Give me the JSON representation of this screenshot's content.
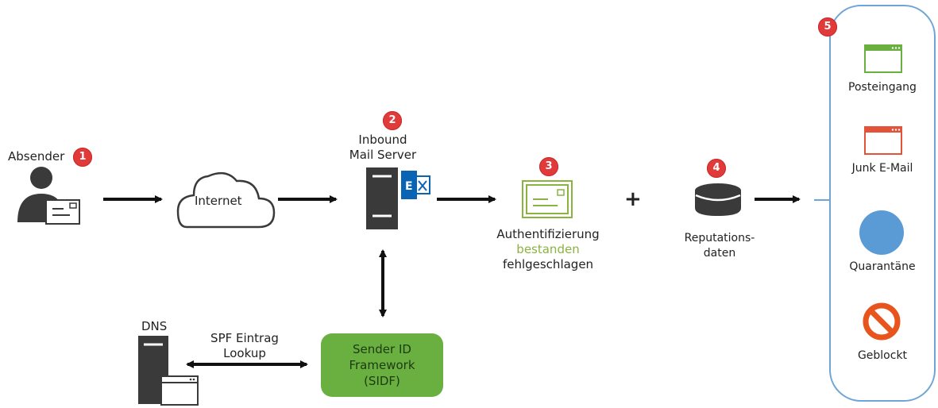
{
  "sender": {
    "label": "Absender",
    "badge": "1"
  },
  "internet": {
    "label": "Internet"
  },
  "mail_server": {
    "label_line1": "Inbound",
    "label_line2": "Mail Server",
    "badge": "2"
  },
  "authentication": {
    "badge": "3",
    "line1": "Authentifizierung",
    "line2": "bestanden",
    "line3": "fehlgeschlagen"
  },
  "reputation": {
    "badge": "4",
    "line1": "Reputations-",
    "line2": "daten"
  },
  "plus_sign": "+",
  "dns": {
    "label": "DNS"
  },
  "spf": {
    "line1": "SPF Eintrag",
    "line2": "Lookup"
  },
  "sidf": {
    "line1": "Sender ID",
    "line2": "Framework",
    "line3": "(SIDF)"
  },
  "outcomes": {
    "badge": "5",
    "items": [
      {
        "label": "Posteingang",
        "icon": "inbox-window-icon"
      },
      {
        "label": "Junk E-Mail",
        "icon": "junk-window-icon"
      },
      {
        "label": "Quarantäne",
        "icon": "quarantine-circle-icon"
      },
      {
        "label": "Geblockt",
        "icon": "blocked-icon"
      }
    ]
  },
  "colors": {
    "badge": "#e03a3a",
    "green": "#6ab041",
    "text_green": "#8bb33f",
    "blue_panel": "#6fa5d6",
    "exchange_blue": "#0a64b4",
    "junk_red": "#e2533a",
    "blocked_orange": "#e8541e",
    "dark_icon": "#3a3a3a"
  }
}
